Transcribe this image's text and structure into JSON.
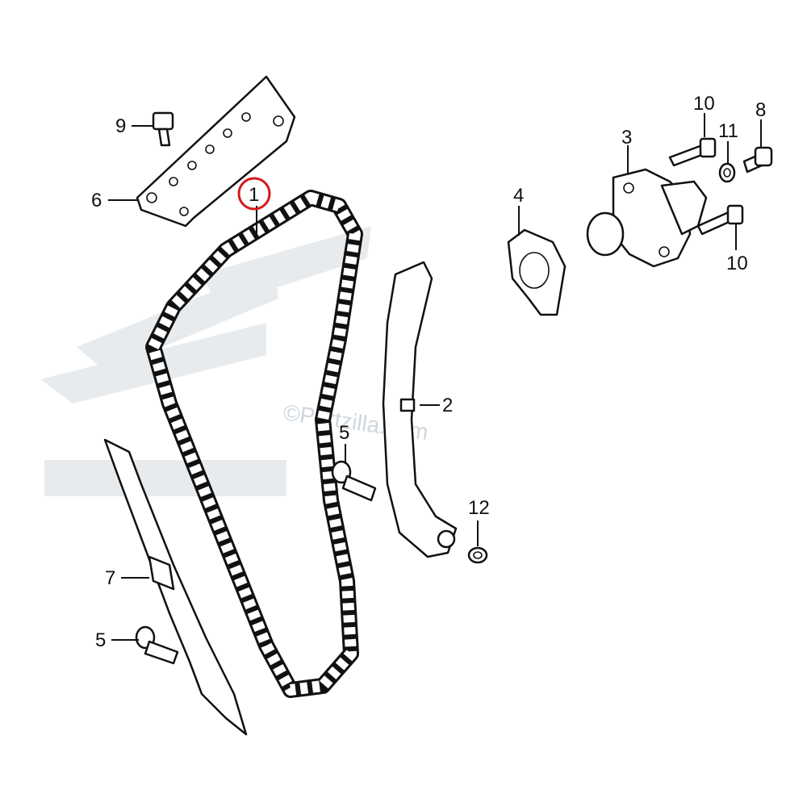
{
  "diagram": {
    "watermark": "©Partzilla.com",
    "highlighted_callout": "1",
    "callouts": [
      {
        "id": "c1",
        "label": "1"
      },
      {
        "id": "c2",
        "label": "2"
      },
      {
        "id": "c3",
        "label": "3"
      },
      {
        "id": "c4",
        "label": "4"
      },
      {
        "id": "c5a",
        "label": "5"
      },
      {
        "id": "c5b",
        "label": "5"
      },
      {
        "id": "c6",
        "label": "6"
      },
      {
        "id": "c7",
        "label": "7"
      },
      {
        "id": "c8",
        "label": "8"
      },
      {
        "id": "c9",
        "label": "9"
      },
      {
        "id": "c10a",
        "label": "10"
      },
      {
        "id": "c10b",
        "label": "10"
      },
      {
        "id": "c11",
        "label": "11"
      },
      {
        "id": "c12",
        "label": "12"
      }
    ],
    "colors": {
      "line": "#111111",
      "highlight": "#d21a1a",
      "watermark": "#cfd6dc"
    }
  }
}
